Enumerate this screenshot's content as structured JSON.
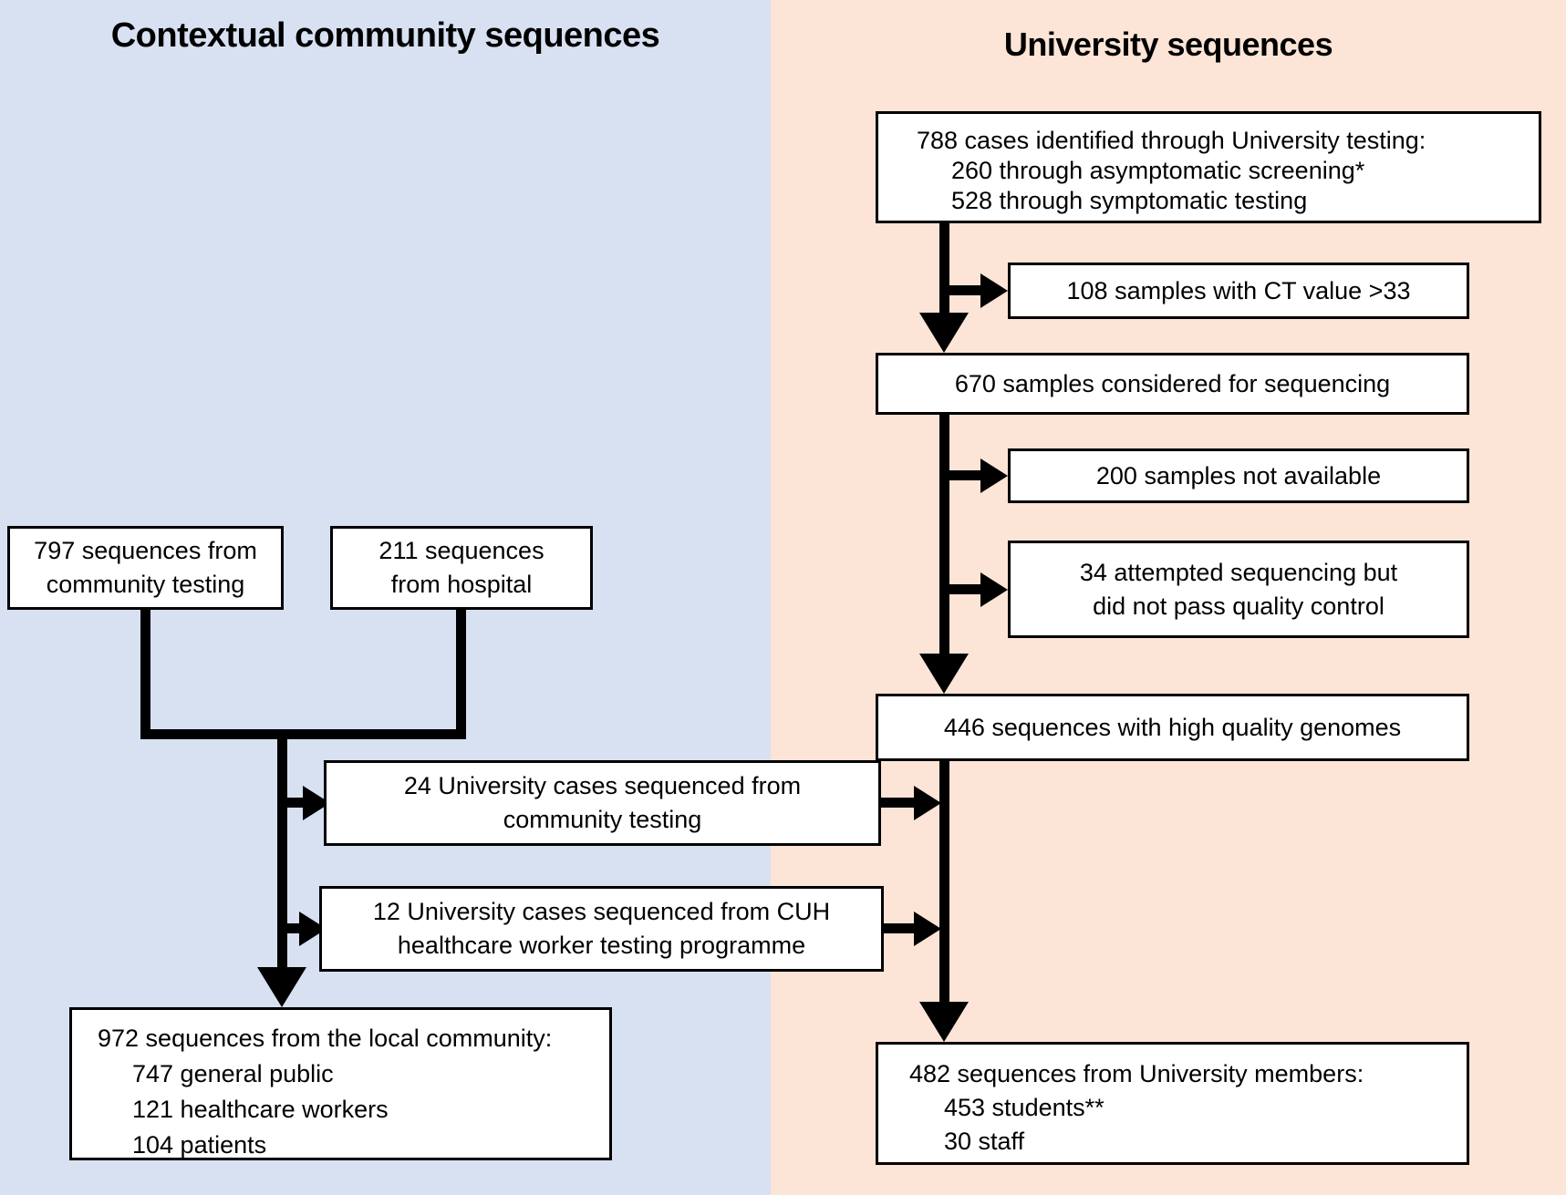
{
  "colors": {
    "left_panel_bg": "#d8e1f2",
    "right_panel_bg": "#fce4d6",
    "box_bg": "#ffffff",
    "line_and_border": "#000000"
  },
  "left": {
    "title": "Contextual community sequences",
    "boxes": {
      "seq797": {
        "lines": [
          "797 sequences from",
          "community testing"
        ]
      },
      "seq211": {
        "lines": [
          "211 sequences",
          "from hospital"
        ]
      },
      "uni24": {
        "lines": [
          "24 University cases sequenced from",
          "community testing"
        ]
      },
      "uni12": {
        "lines": [
          "12 University cases sequenced from CUH",
          "healthcare worker testing programme"
        ]
      },
      "local972": {
        "heading": "972 sequences from the local community:",
        "items": [
          "747 general public",
          "121 healthcare workers",
          "104 patients"
        ]
      }
    }
  },
  "right": {
    "title": "University sequences",
    "boxes": {
      "cases788": {
        "heading": "788 cases identified through University testing:",
        "items": [
          "260 through asymptomatic screening*",
          "528 through symptomatic testing"
        ]
      },
      "ct108": {
        "lines": [
          "108 samples with CT value >33"
        ]
      },
      "considered670": {
        "lines": [
          "670 samples considered for sequencing"
        ]
      },
      "na200": {
        "lines": [
          "200 samples not available"
        ]
      },
      "qc34": {
        "lines": [
          "34 attempted sequencing but",
          "did not pass quality control"
        ]
      },
      "hq446": {
        "lines": [
          "446 sequences with high quality genomes"
        ]
      },
      "members482": {
        "heading": "482 sequences from University members:",
        "items": [
          "453 students**",
          "30 staff"
        ]
      }
    }
  }
}
